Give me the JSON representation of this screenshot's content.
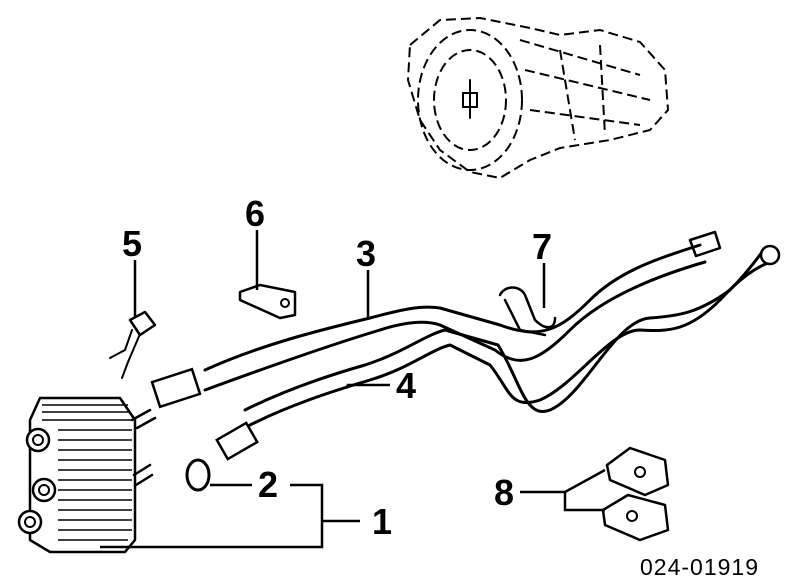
{
  "diagram": {
    "reference_code": "024-01919",
    "callouts": [
      {
        "id": "1",
        "label": "1"
      },
      {
        "id": "2",
        "label": "2"
      },
      {
        "id": "3",
        "label": "3"
      },
      {
        "id": "4",
        "label": "4"
      },
      {
        "id": "5",
        "label": "5"
      },
      {
        "id": "6",
        "label": "6"
      },
      {
        "id": "7",
        "label": "7"
      },
      {
        "id": "8",
        "label": "8"
      }
    ]
  }
}
